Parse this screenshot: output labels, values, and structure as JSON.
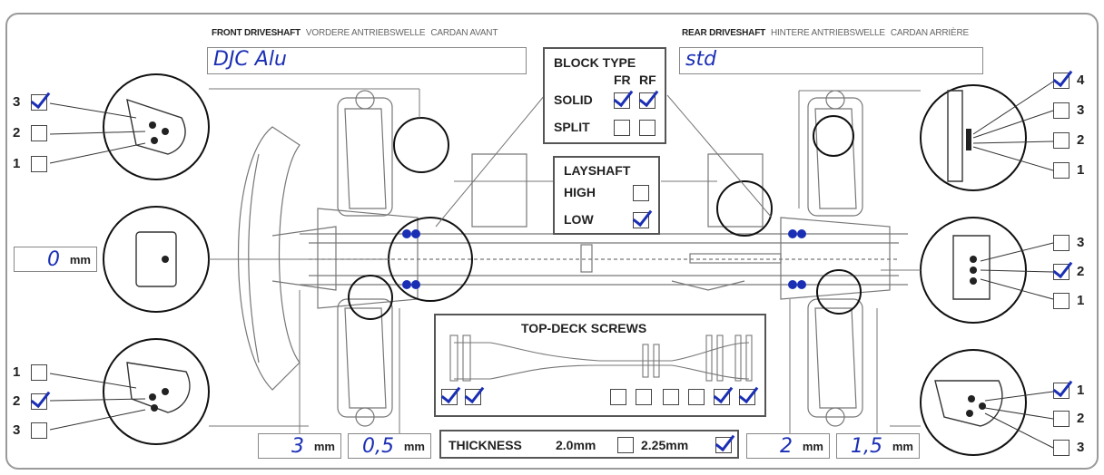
{
  "front_driveshaft": {
    "label": "FRONT DRIVESHAFT",
    "label_de": "VORDERE ANTRIEBSWELLE",
    "label_fr": "CARDAN AVANT",
    "value": "DJC Alu"
  },
  "rear_driveshaft": {
    "label": "REAR DRIVESHAFT",
    "label_de": "HINTERE ANTRIEBSWELLE",
    "label_fr": "CARDAN ARRIÈRE",
    "value": "std"
  },
  "block_type": {
    "title": "BLOCK TYPE",
    "col_fr": "FR",
    "col_rf": "RF",
    "solid_label": "SOLID",
    "split_label": "SPLIT",
    "solid_fr": true,
    "solid_rf": true,
    "split_fr": false,
    "split_rf": false
  },
  "layshaft": {
    "title": "LAYSHAFT",
    "high_label": "HIGH",
    "low_label": "LOW",
    "high": false,
    "low": true
  },
  "topdeck": {
    "title": "TOP-DECK SCREWS",
    "left": [
      true,
      true
    ],
    "right": [
      false,
      false,
      false,
      false,
      true,
      true
    ]
  },
  "thickness": {
    "label": "THICKNESS",
    "opt1": "2.0mm",
    "opt2": "2.25mm",
    "opt1_checked": false,
    "opt2_checked": true
  },
  "unit": "mm",
  "front_left_mount": {
    "options": [
      "3",
      "2",
      "1"
    ],
    "checked": [
      true,
      false,
      false
    ]
  },
  "front_left_bottom": {
    "options": [
      "1",
      "2",
      "3"
    ],
    "checked": [
      false,
      true,
      false
    ]
  },
  "front_offset": {
    "value": "0"
  },
  "rear_right_top": {
    "options": [
      "4",
      "3",
      "2",
      "1"
    ],
    "checked": [
      true,
      false,
      false,
      false
    ]
  },
  "rear_right_mid": {
    "options": [
      "3",
      "2",
      "1"
    ],
    "checked": [
      false,
      true,
      false
    ]
  },
  "rear_right_bottom": {
    "options": [
      "1",
      "2",
      "3"
    ],
    "checked": [
      true,
      false,
      false
    ]
  },
  "measurements": {
    "front_1": "3",
    "front_2": "0,5",
    "rear_1": "2",
    "rear_2": "1,5"
  },
  "colors": {
    "ink": "#1b2fb5",
    "line": "#555555"
  }
}
